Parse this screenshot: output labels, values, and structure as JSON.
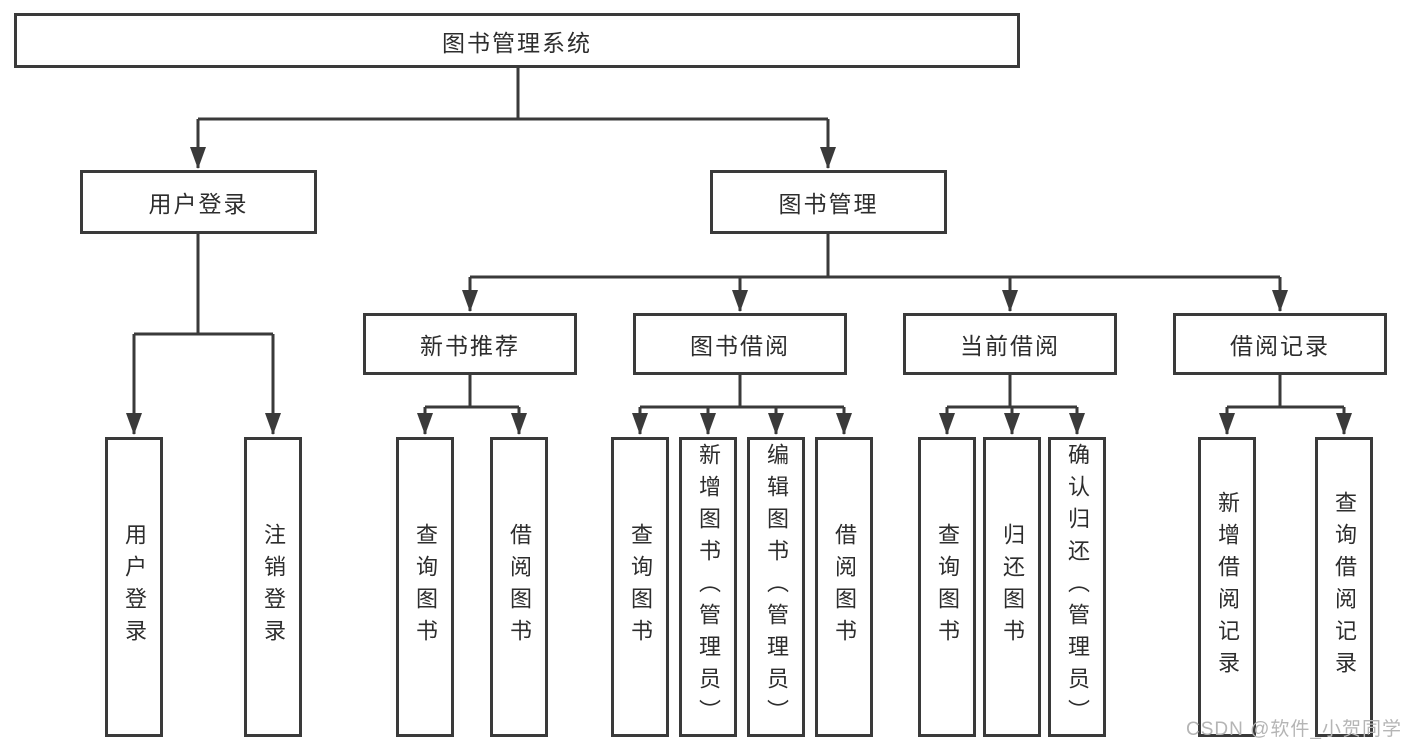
{
  "colors": {
    "line": "#3a3a3a",
    "box_border": "#3a3a3a",
    "text": "#2d2d2d",
    "background": "#ffffff",
    "watermark": "#b5b5b5"
  },
  "tree": {
    "label": "图书管理系统",
    "children": [
      {
        "label": "用户登录",
        "children": [
          {
            "label": "用户登录"
          },
          {
            "label": "注销登录"
          }
        ]
      },
      {
        "label": "图书管理",
        "children": [
          {
            "label": "新书推荐",
            "children": [
              {
                "label": "查询图书"
              },
              {
                "label": "借阅图书"
              }
            ]
          },
          {
            "label": "图书借阅",
            "children": [
              {
                "label": "查询图书"
              },
              {
                "label": "新增图书（管理员）"
              },
              {
                "label": "编辑图书（管理员）"
              },
              {
                "label": "借阅图书"
              }
            ]
          },
          {
            "label": "当前借阅",
            "children": [
              {
                "label": "查询图书"
              },
              {
                "label": "归还图书"
              },
              {
                "label": "确认归还（管理员）"
              }
            ]
          },
          {
            "label": "借阅记录",
            "children": [
              {
                "label": "新增借阅记录"
              },
              {
                "label": "查询借阅记录"
              }
            ]
          }
        ]
      }
    ]
  },
  "watermark": {
    "text": "CSDN @软件_小贺同学"
  }
}
